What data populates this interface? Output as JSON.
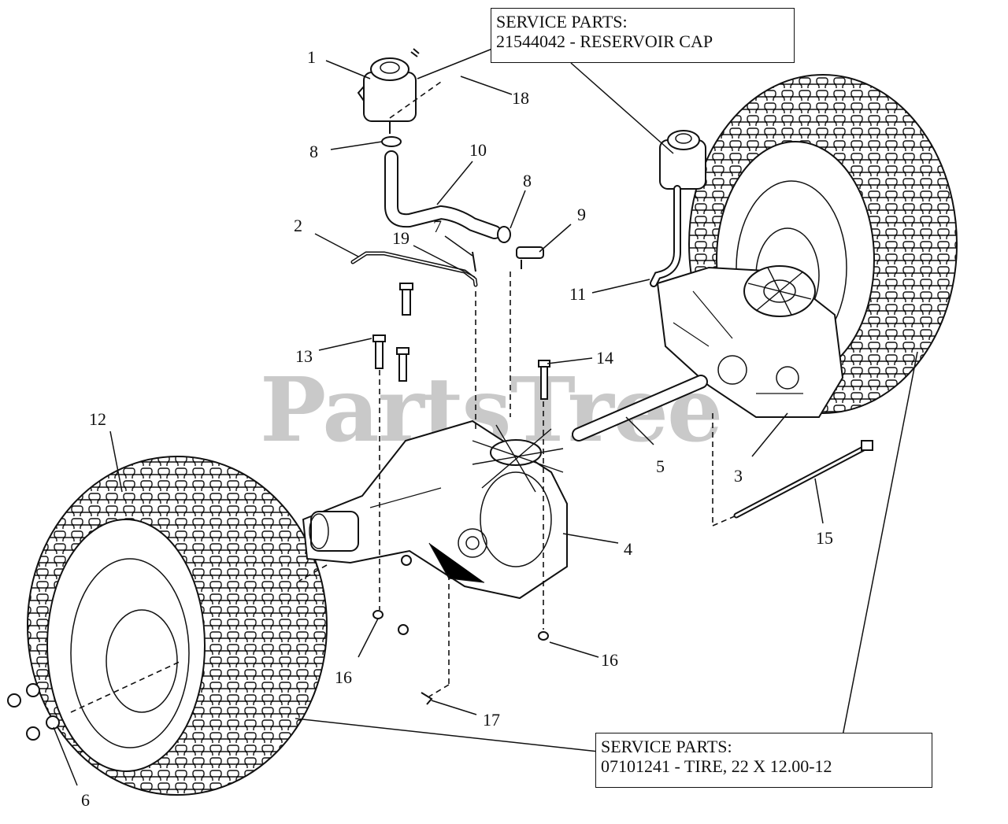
{
  "watermark": "PartsTree",
  "service_boxes": {
    "reservoir": {
      "title": "SERVICE PARTS:",
      "line": "21544042 - RESERVOIR CAP"
    },
    "tire": {
      "title": "SERVICE PARTS:",
      "line": "07101241 - TIRE, 22 X 12.00-12"
    }
  },
  "callouts": {
    "c1": "1",
    "c2": "2",
    "c3": "3",
    "c4": "4",
    "c5": "5",
    "c6": "6",
    "c7": "7",
    "c8a": "8",
    "c8b": "8",
    "c9": "9",
    "c10": "10",
    "c11": "11",
    "c12": "12",
    "c13": "13",
    "c14": "14",
    "c15": "15",
    "c16a": "16",
    "c16b": "16",
    "c17": "17",
    "c18": "18",
    "c19": "19"
  },
  "colors": {
    "line": "#111111",
    "watermark": "#c9c9c9",
    "background": "#ffffff"
  }
}
